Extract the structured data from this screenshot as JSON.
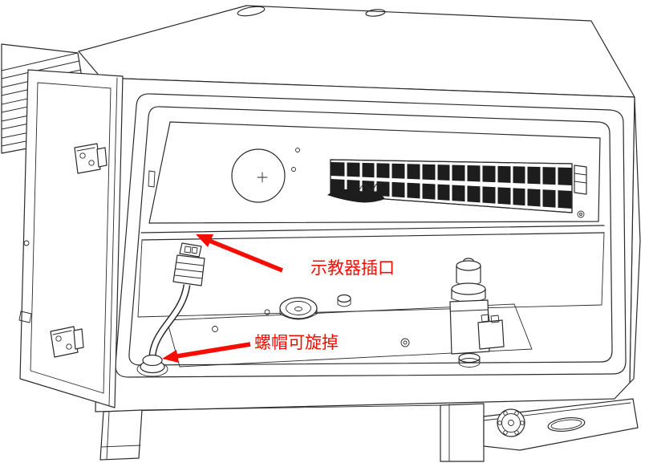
{
  "figure": {
    "type": "technical-line-drawing",
    "subject": "control-cabinet-interior-with-open-door",
    "background_color": "#ffffff",
    "line_color": "#2b2b2b",
    "annotation_color": "#f50d00",
    "annotations": [
      {
        "id": "teach-pendant-port",
        "label": "示教器插口"
      },
      {
        "id": "nut-removable",
        "label": "螺帽可旋掉"
      }
    ]
  }
}
